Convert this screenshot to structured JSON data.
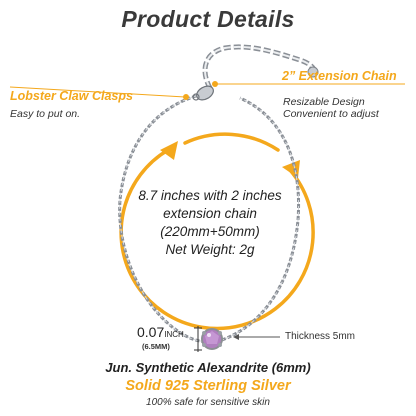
{
  "title": "Product Details",
  "left_callout": {
    "title": "Lobster Claw Clasps",
    "sub": "Easy to put on."
  },
  "right_callout": {
    "title": "2” Extension Chain",
    "sub_line1": "Resizable Design",
    "sub_line2": "Convenient  to adjust"
  },
  "center": {
    "line1": "8.7 inches with 2 inches",
    "line2": "extension chain",
    "line3": "(220mm+50mm)",
    "line4": "Net Weight: 2g"
  },
  "gem_size": {
    "value": "0.07",
    "unit": "INCH",
    "mm": "(6.5MM)"
  },
  "thickness": "Thickness 5mm",
  "stone": "Jun. Synthetic Alexandrite (6mm)",
  "material": "Solid 925 Sterling Silver",
  "safety": "100% safe for sensitive skin",
  "colors": {
    "accent": "#f4a81c",
    "text": "#333333",
    "chain": "#8a8f96",
    "gem": "#b07fbf"
  }
}
